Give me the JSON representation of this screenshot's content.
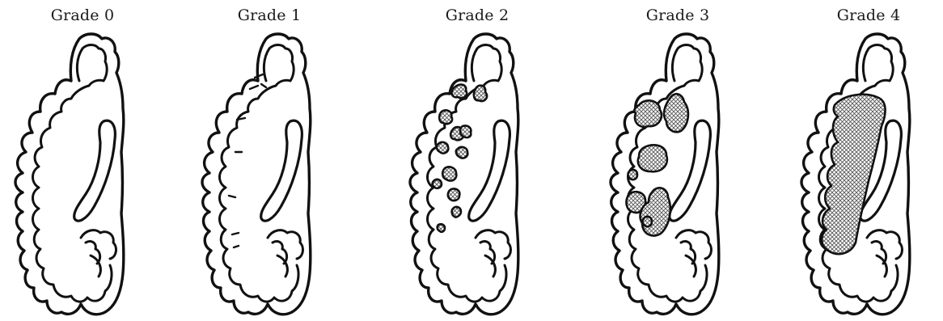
{
  "figure": {
    "panels": [
      {
        "label": "Grade 0",
        "grade": 0
      },
      {
        "label": "Grade 1",
        "grade": 1
      },
      {
        "label": "Grade 2",
        "grade": 2
      },
      {
        "label": "Grade 3",
        "grade": 3
      },
      {
        "label": "Grade 4",
        "grade": 4
      }
    ]
  },
  "colors": {
    "line": "#111111",
    "background": "#ffffff",
    "lesion_fill": "#9a9a9a"
  }
}
